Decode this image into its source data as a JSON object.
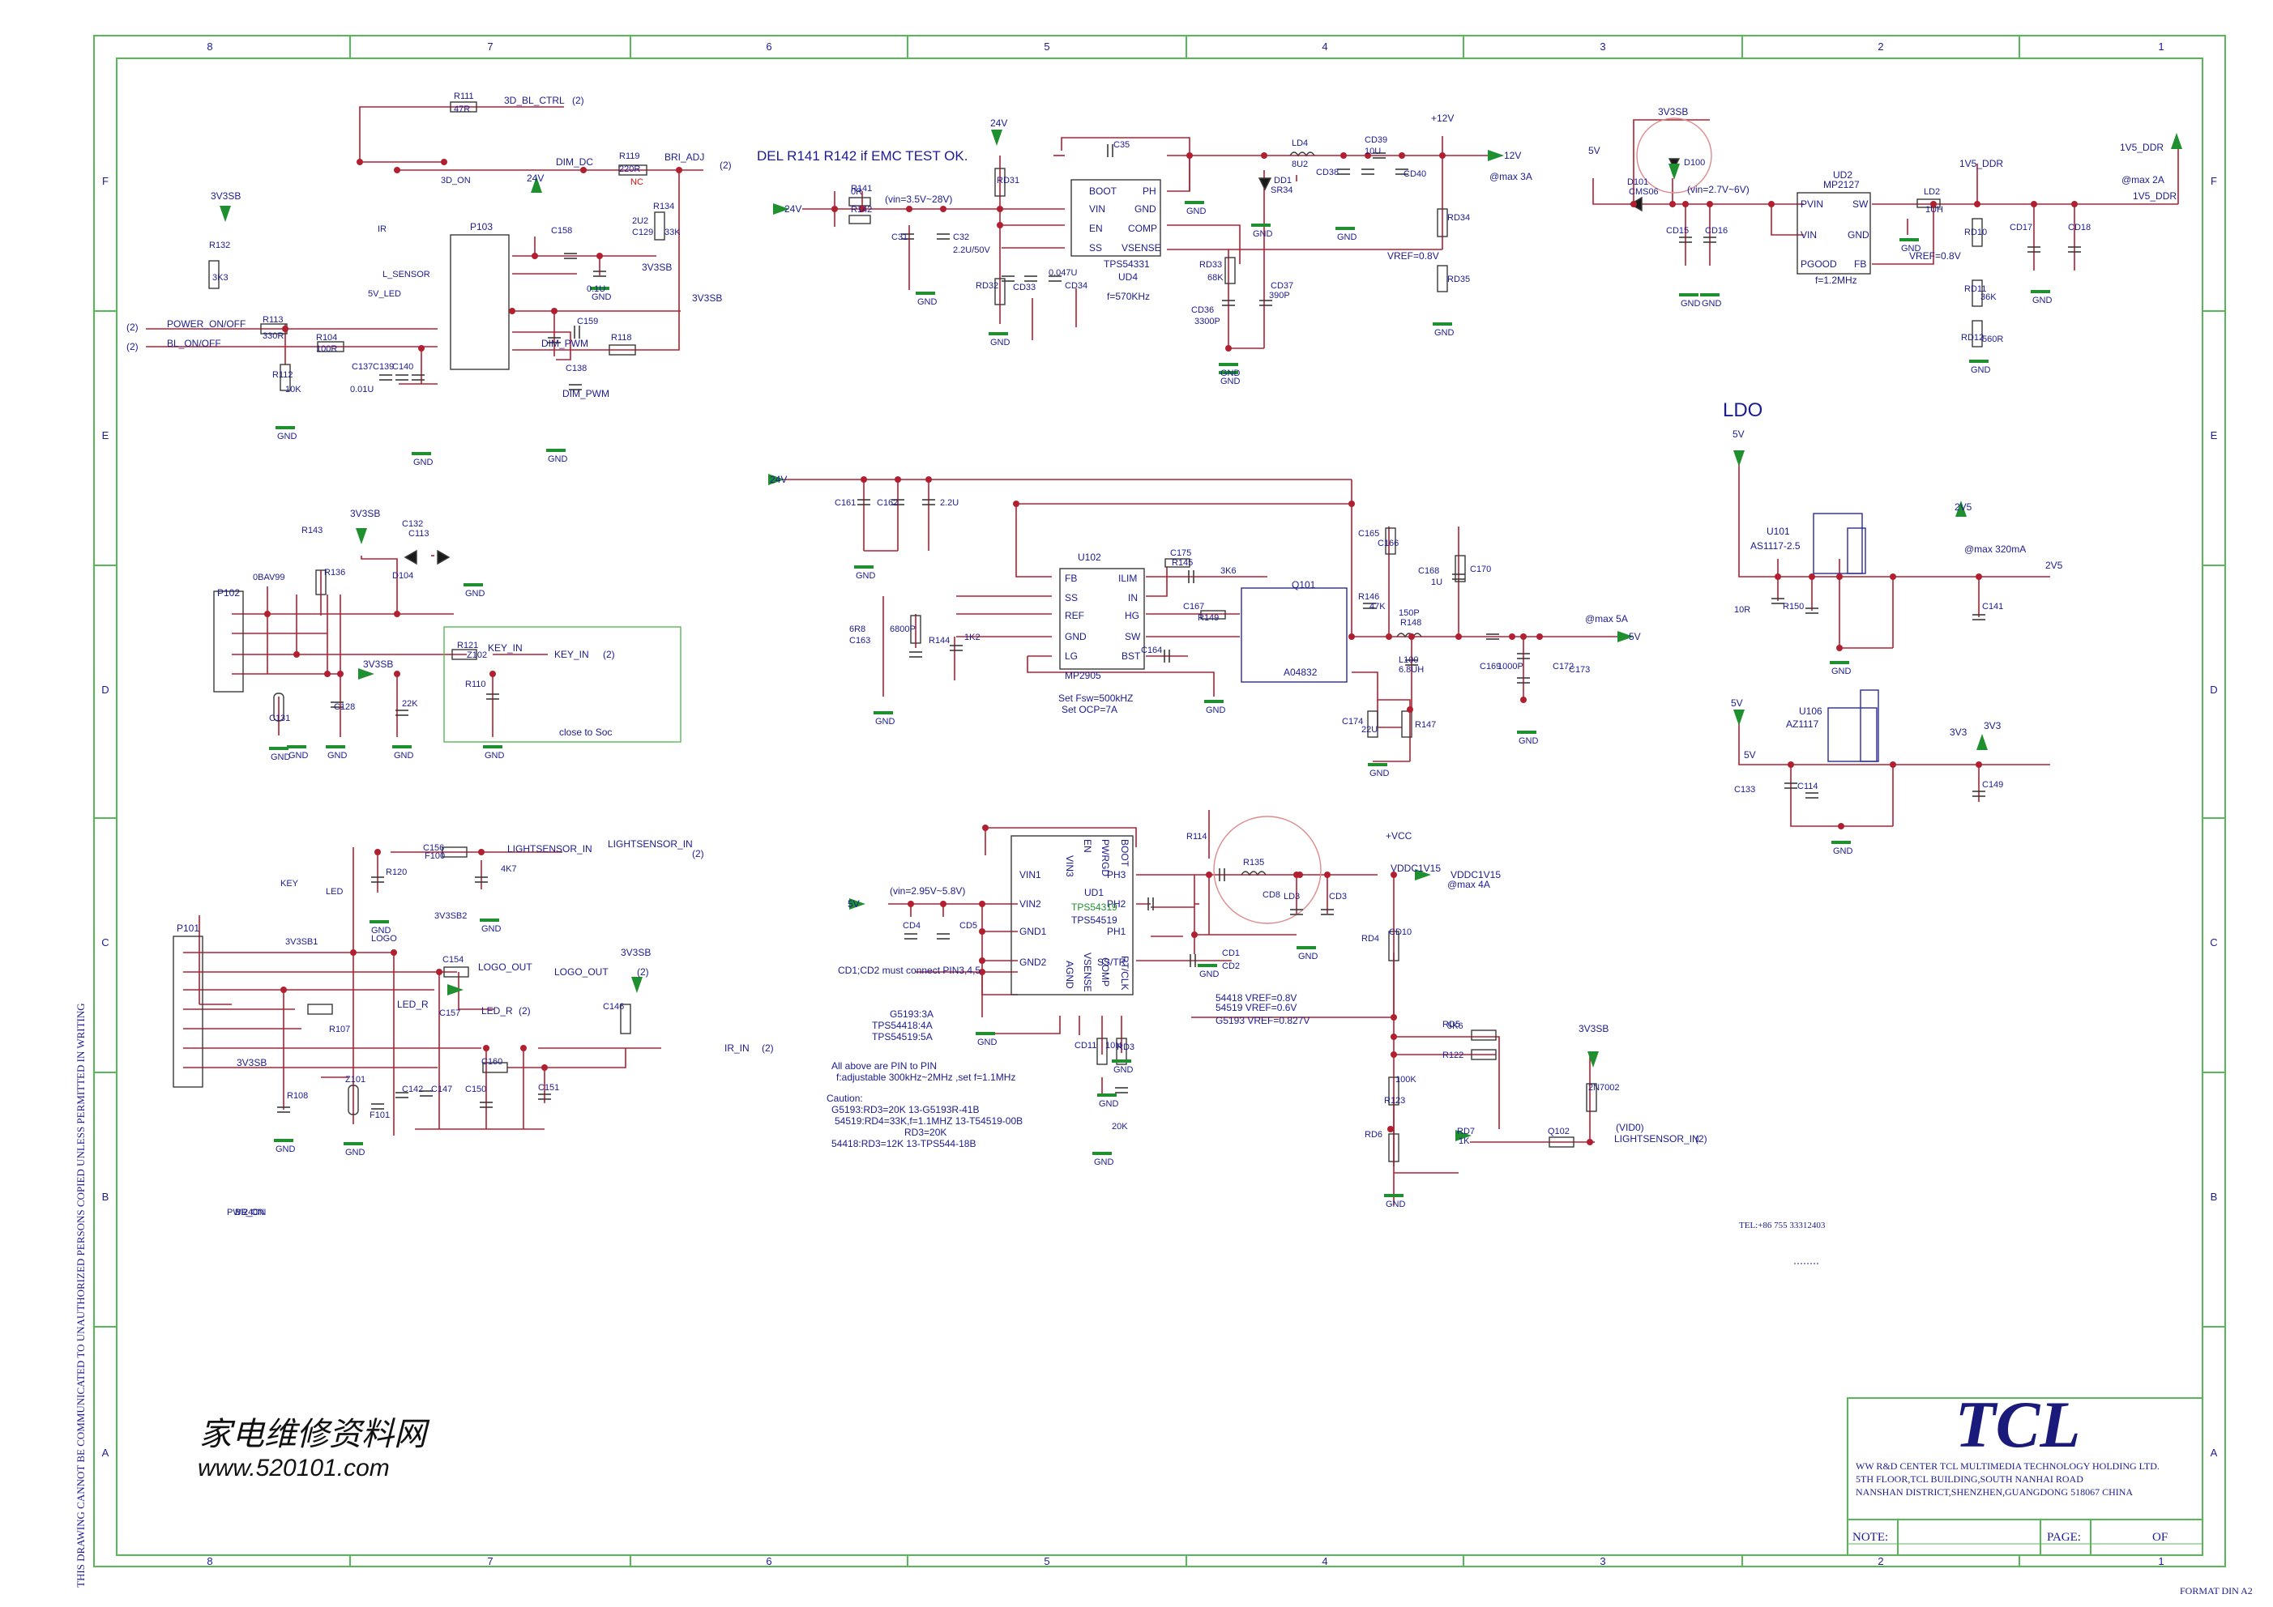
{
  "colors": {
    "frame": "#57b857",
    "wire": "#b02030",
    "text": "#1b1b8f",
    "nc": "#e01010",
    "gnd": "#1f8f2f",
    "part": "#3a3a3a",
    "chip": "#2a2aa0"
  },
  "border": {
    "cols": [
      "8",
      "7",
      "6",
      "5",
      "4",
      "3",
      "2",
      "1"
    ],
    "rows": [
      "F",
      "E",
      "D",
      "C",
      "B",
      "A"
    ],
    "side_note": "THIS DRAWING CANNOT BE COMMUNICATED TO UNAUTHORIZED PERSONS COPIED UNLESS PERMITTED IN WRITING",
    "format": "FORMAT DIN A2"
  },
  "title_block": {
    "logo": "TCL",
    "lines": [
      "WW R&D CENTER TCL MULTIMEDIA TECHNOLOGY HOLDING LTD.",
      "5TH FLOOR,TCL BUILDING,SOUTH NANHAI ROAD",
      "NANSHAN DISTRICT,SHENZHEN,GUANGDONG 518067 CHINA"
    ],
    "note_label": "NOTE:",
    "page_label": "PAGE:",
    "of_label": "OF",
    "tel": "TEL:+86 755 33312403"
  },
  "watermark": {
    "cn": "家电维修资料网",
    "url": "www.520101.com"
  },
  "notes": {
    "emc": "DEL R141 R142 if EMC TEST OK.",
    "ldo": "LDO",
    "fsw": "Set Fsw=500kHZ",
    "ocp": "Set OCP=7A",
    "close_soc": "close to Soc",
    "max3a": "@max 3A",
    "max5a": "@max 5A",
    "max4a": "@max 4A",
    "max2a": "@max 2A",
    "max320": "@max 320mA",
    "vin_35_28": "(vin=3.5V~28V)",
    "vin_27_6": "(vin=2.7V~6V)",
    "vin_295": "(vin=2.95V~5.8V)",
    "f570": "f=570KHz",
    "f12": "f=1.2MHz",
    "vref08": "VREF=0.8V",
    "cd_note": "CD1;CD2 must connect PIN3,4,5",
    "g5193_lines": [
      "G5193:3A",
      "TPS54418:4A",
      "TPS54519:5A"
    ],
    "pin_to_pin": "All above are PIN to PIN",
    "adj": "f:adjustable  300kHz~2MHz ,set  f=1.1MHz",
    "caution": "Caution:",
    "caution_lines": [
      "G5193:RD3=20K        13-G5193R-41B",
      "54519:RD4=33K,f=1.1MHZ    13-T54519-00B",
      "RD3=20K",
      "54418:RD3=12K        13-TPS544-18B"
    ],
    "vref_lines": [
      "54418  VREF=0.8V",
      "54519  VREF=0.6V",
      "G5193  VREF=0.827V"
    ]
  },
  "chips": {
    "tps54331": {
      "name": "TPS54331",
      "ref": "UD4",
      "pins": [
        "BOOT",
        "VIN",
        "EN",
        "SS",
        "PH",
        "GND",
        "COMP",
        "VSENSE"
      ]
    },
    "mp2127": {
      "name": "MP2127",
      "ref": "UD2",
      "pins": [
        "PVIN",
        "VIN",
        "PGOOD",
        "SW",
        "GND",
        "FB"
      ]
    },
    "mp2905": {
      "name": "MP2905",
      "ref": "U102",
      "pins": [
        "FB",
        "SS",
        "REF",
        "GND",
        "LG",
        "ILIM",
        "IN",
        "HG",
        "SW",
        "BST"
      ]
    },
    "tps54319": {
      "name": "TPS54319",
      "alt": "TPS54519",
      "ref": "UD1",
      "pins": [
        "VIN1",
        "VIN2",
        "GND1",
        "GND2",
        "PH3",
        "PH2",
        "PH1",
        "SS/TR",
        "VIN3",
        "EN",
        "PWRGD",
        "BOOT",
        "AGND",
        "VSENSE",
        "COMP",
        "RT/CLK"
      ]
    },
    "ao4832": {
      "name": "A04832",
      "ref": "Q101"
    },
    "as1117": {
      "name": "AS1117-2.5",
      "ref": "U101"
    },
    "az1117": {
      "name": "AZ1117",
      "ref": "U106"
    },
    "p103": {
      "ref": "P103"
    },
    "p102": {
      "ref": "P102"
    },
    "p101": {
      "ref": "P101"
    }
  },
  "nets": {
    "v24": "24V",
    "v12": "+12V",
    "v12b": "12V",
    "v5": "5V",
    "v3v3sb": "3V3SB",
    "v1v5": "1V5_DDR",
    "v2v5": "2V5",
    "v3v3": "3V3",
    "vcc": "+VCC",
    "vddc": "VDDC1V15",
    "gnd": "GND",
    "power_on": "POWER_ON/OFF",
    "bl_on": "BL_ON/OFF",
    "bl_ctrl": "3D_BL_CTRL",
    "dim_dc": "DIM_DC",
    "bri_adj": "BRI_ADJ",
    "dim_pwm": "DIM_PWM",
    "key_in": "KEY_IN",
    "light_in": "LIGHTSENSOR_IN",
    "logo_out": "LOGO_OUT",
    "led_r": "LED_R",
    "ir_in": "IR_IN",
    "vid0": "(VID0)",
    "page2": "(2)"
  },
  "labels": [
    "R111",
    "47R",
    "R119",
    "220R",
    "NC",
    "R132",
    "3K3",
    "R113",
    "330R",
    "R104",
    "100R",
    "R112",
    "10K",
    "C129",
    "2U2",
    "R134",
    "33K",
    "C158",
    "0.1U",
    "C159",
    "R118",
    "C137",
    "C139",
    "C140",
    "0.01U",
    "C138",
    "R141",
    "0R",
    "R142",
    "C31",
    "C32",
    "2.2U/50V",
    "RD31",
    "RD32",
    "CD33",
    "CD34",
    "0.047U",
    "C35",
    "LD4",
    "8U2",
    "CD39",
    "10U",
    "CD38",
    "CD40",
    "DD1",
    "SR34",
    "RD33",
    "68K",
    "CD36",
    "3300P",
    "CD37",
    "390P",
    "RD34",
    "RD35",
    "D101",
    "CMS06",
    "D100",
    "CD15",
    "CD16",
    "LD2",
    "1UH",
    "RD10",
    "CD17",
    "CD18",
    "RD11",
    "36K",
    "RD12",
    "560R",
    "C161",
    "C162",
    "2.2U",
    "C175",
    "R145",
    "3K6",
    "C167",
    "R149",
    "6R8",
    "C163",
    "6800P",
    "R144",
    "1K2",
    "C164",
    "C165",
    "C166",
    "R146",
    "47K",
    "C168",
    "1U",
    "C170",
    "150P",
    "R148",
    "L100",
    "6.8UH",
    "C169",
    "1000P",
    "C172",
    "C173",
    "C174",
    "22U",
    "R147",
    "10R",
    "R150",
    "C141",
    "C133",
    "C114",
    "C149",
    "C132",
    "C113",
    "D104",
    "0BAV99",
    "R121",
    "Z102",
    "R110",
    "22K",
    "C128",
    "C131",
    "C156",
    "F100",
    "R120",
    "4K7",
    "C154",
    "C157",
    "R107",
    "R108",
    "Z101",
    "C142",
    "F101",
    "C147",
    "C150",
    "C151",
    "C146",
    "C160",
    "R114",
    "R135",
    "CD8",
    "LD3",
    "CD3",
    "CD4",
    "CD5",
    "CD1",
    "CD2",
    "CD11",
    "10N",
    "RD3",
    "20K",
    "RD4",
    "CD10",
    "RD5",
    "5K6",
    "R122",
    "100K",
    "R123",
    "RD6",
    "RD7",
    "1K",
    "Q102",
    "2N7002",
    "R136",
    "R143",
    "KEY",
    "3V3SB1",
    "3V3SB2",
    "LED",
    "LOGO",
    "IR",
    "L_SENSOR",
    "5V_LED",
    "3D_ON",
    "PWR_ON",
    "BL_ON",
    "24"
  ]
}
